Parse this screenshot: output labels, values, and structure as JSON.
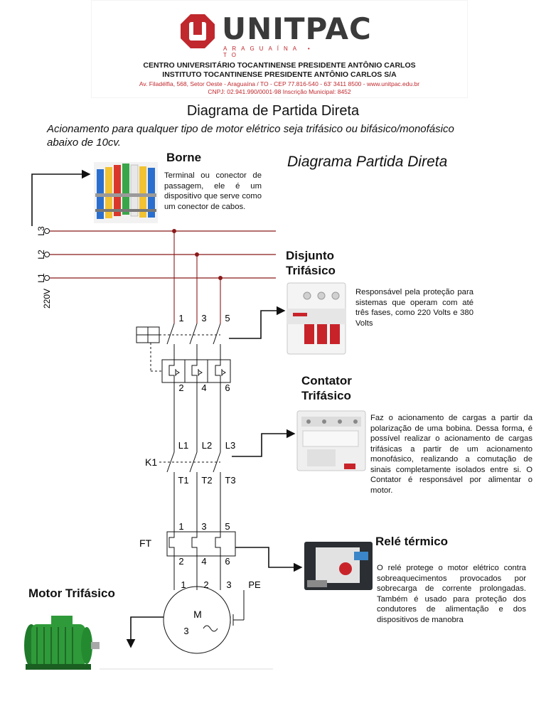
{
  "header": {
    "brand": "UNITPAC",
    "brand_sub": "ARAGUAÍNA • TO",
    "institution_1": "CENTRO UNIVERSITÁRIO TOCANTINENSE PRESIDENTE ANTÔNIO CARLOS",
    "institution_2": "INSTITUTO TOCANTINENSE PRESIDENTE ANTÔNIO CARLOS S/A",
    "address_1": "Av. Filadélfia, 568, Setor Oeste - Araguaína / TO - CEP 77.816-540 - 63' 3411 8500 - www.unitpac.edu.br",
    "address_2": "CNPJ: 02.941.990/0001-98   Inscrição Municipal: 8452",
    "brand_color": "#c0282d"
  },
  "page": {
    "title": "Diagrama de Partida Direta",
    "subtitle": "Acionamento para qualquer tipo de motor elétrico seja trifásico ou bifásico/monofásico abaixo de 10cv.",
    "diagram_title": "Diagrama Partida Direta"
  },
  "components": {
    "borne": {
      "heading": "Borne",
      "description": "Terminal ou conector de passagem, ele é um dispositivo que serve como um conector de cabos."
    },
    "disjuntor": {
      "heading_1": "Disjunto",
      "heading_2": "Trifásico",
      "description": "Responsável pela proteção para sistemas que operam com até três fases, como 220 Volts e 380 Volts"
    },
    "contator": {
      "heading_1": "Contator",
      "heading_2": "Trifásico",
      "description": "Faz o acionamento de cargas a partir da polarização de uma bobina. Dessa forma, é possível realizar o acionamento de cargas trifásicas a partir de um acionamento monofásico, realizando a comutação de sinais completamente isolados entre si. O Contator é responsável por alimentar o motor."
    },
    "rele": {
      "heading": "Relé térmico",
      "description": "O relé protege o motor elétrico contra sobreaquecimentos provocados por sobrecarga de corrente prolongadas. Também é usado para proteção dos condutores de alimentação e dos dispositivos de manobra"
    },
    "motor": {
      "heading": "Motor Trifásico"
    }
  },
  "circuit": {
    "phase_l3": "L3",
    "phase_l2": "L2",
    "phase_l1": "L1",
    "voltage": "220V",
    "breaker_terminals_top": [
      "1",
      "3",
      "5"
    ],
    "breaker_terminals_bottom": [
      "2",
      "4",
      "6"
    ],
    "contactor_label": "K1",
    "contactor_inputs": [
      "L1",
      "L2",
      "L3"
    ],
    "contactor_outputs": [
      "T1",
      "T2",
      "T3"
    ],
    "relay_label": "FT",
    "relay_terminals_top": [
      "1",
      "3",
      "5"
    ],
    "relay_terminals_bottom": [
      "2",
      "4",
      "6"
    ],
    "motor_terminals": [
      "1",
      "2",
      "3",
      "PE"
    ],
    "motor_symbol": "M",
    "motor_phases": "3",
    "motor_ac_symbol": "~",
    "line_color": "#8b1a1a"
  }
}
